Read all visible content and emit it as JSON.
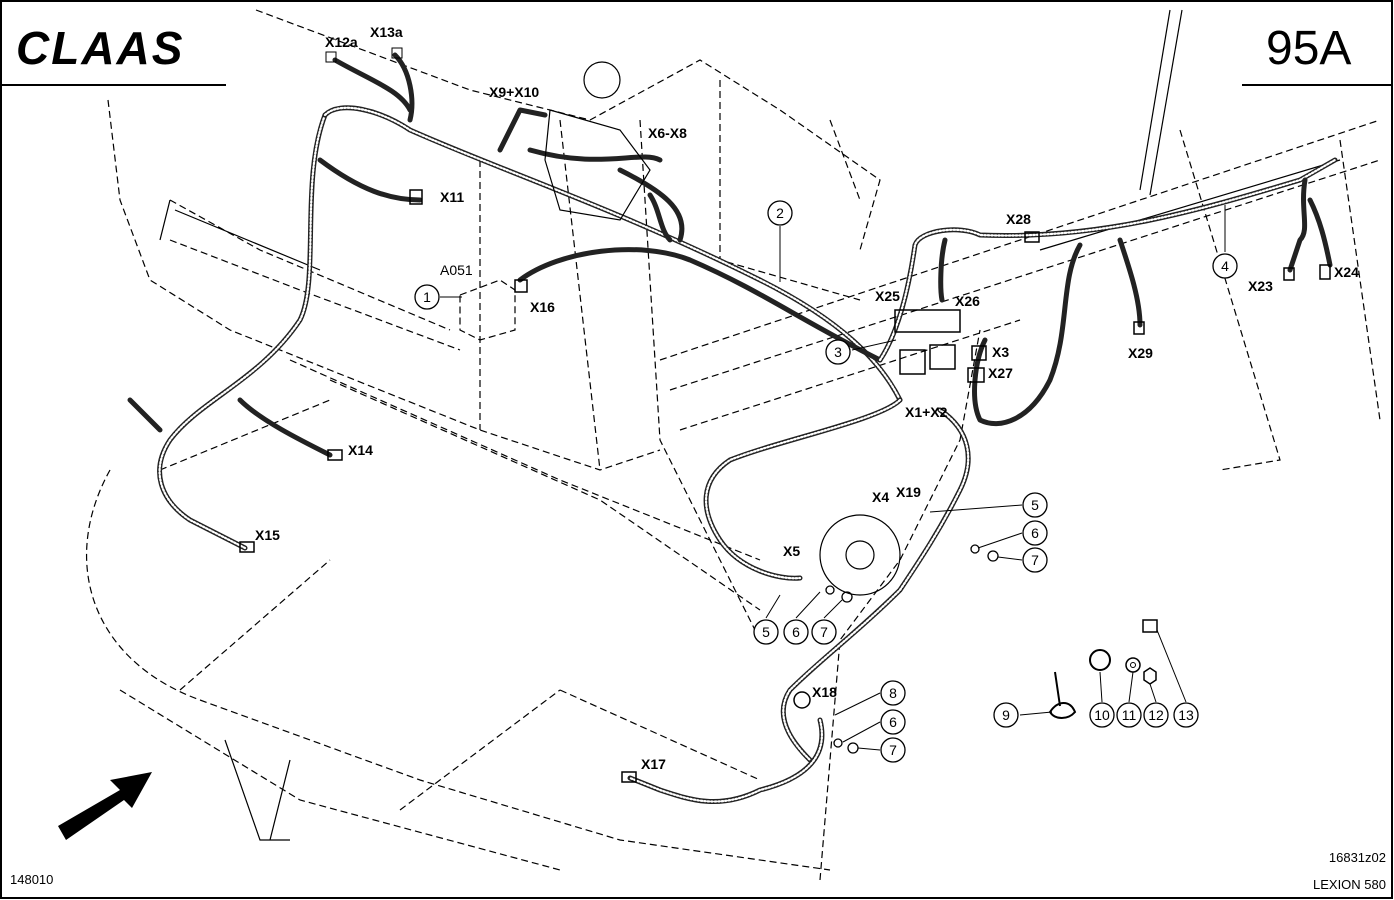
{
  "header": {
    "brand": "CLAAS",
    "page_code": "95A"
  },
  "footer": {
    "left_code": "148010",
    "right_code": "16831z02",
    "model": "LEXION 580"
  },
  "connectors": {
    "x12a": "X12a",
    "x13a": "X13a",
    "x9x10": "X9+X10",
    "x6x8": "X6-X8",
    "x11": "X11",
    "a051": "A051",
    "x16": "X16",
    "x28": "X28",
    "x25": "X25",
    "x26": "X26",
    "x3": "X3",
    "x27": "X27",
    "x1x2": "X1+X2",
    "x29": "X29",
    "x23": "X23",
    "x24": "X24",
    "x14": "X14",
    "x15": "X15",
    "x4": "X4",
    "x19": "X19",
    "x5": "X5",
    "x18": "X18",
    "x17": "X17"
  },
  "callouts": {
    "c1": "1",
    "c2": "2",
    "c3": "3",
    "c4": "4",
    "c5a": "5",
    "c6a": "6",
    "c7a": "7",
    "c5b": "5",
    "c6b": "6",
    "c7b": "7",
    "c8": "8",
    "c6c": "6",
    "c7c": "7",
    "c9": "9",
    "c10": "10",
    "c11": "11",
    "c12": "12",
    "c13": "13"
  }
}
